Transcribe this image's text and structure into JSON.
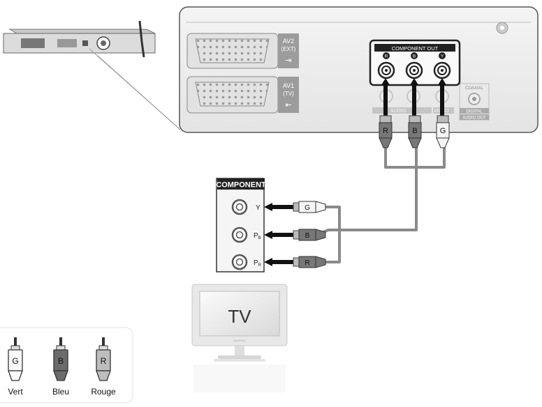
{
  "player": {
    "av2_label": "AV2",
    "av2_sub": "(EXT)",
    "av1_label": "AV1",
    "av1_sub": "(TV)",
    "component_out": "COMPONENT OUT",
    "jack_letters": [
      "R",
      "B",
      "Y"
    ],
    "audio_label": "AUDIO",
    "video_label": "VIDEO",
    "coaxial": "COAXIAL",
    "digital": "DIGITAL",
    "audio_out": "AUDIO OUT"
  },
  "cable_plugs_top": [
    "R",
    "B",
    "G"
  ],
  "tv_panel": {
    "title": "COMPONENT",
    "inputs": [
      "Y",
      "P",
      "P"
    ],
    "input_subs": [
      "",
      "B",
      "R"
    ],
    "plugs": [
      "G",
      "B",
      "R"
    ]
  },
  "tv": {
    "label": "TV",
    "brand": "SAMSUNG"
  },
  "legend": [
    {
      "letter": "G",
      "name": "Vert"
    },
    {
      "letter": "B",
      "name": "Bleu"
    },
    {
      "letter": "R",
      "name": "Rouge"
    }
  ],
  "colors": {
    "cable": "#8a8a8a",
    "panel": "#ededed",
    "dark": "#222222"
  }
}
